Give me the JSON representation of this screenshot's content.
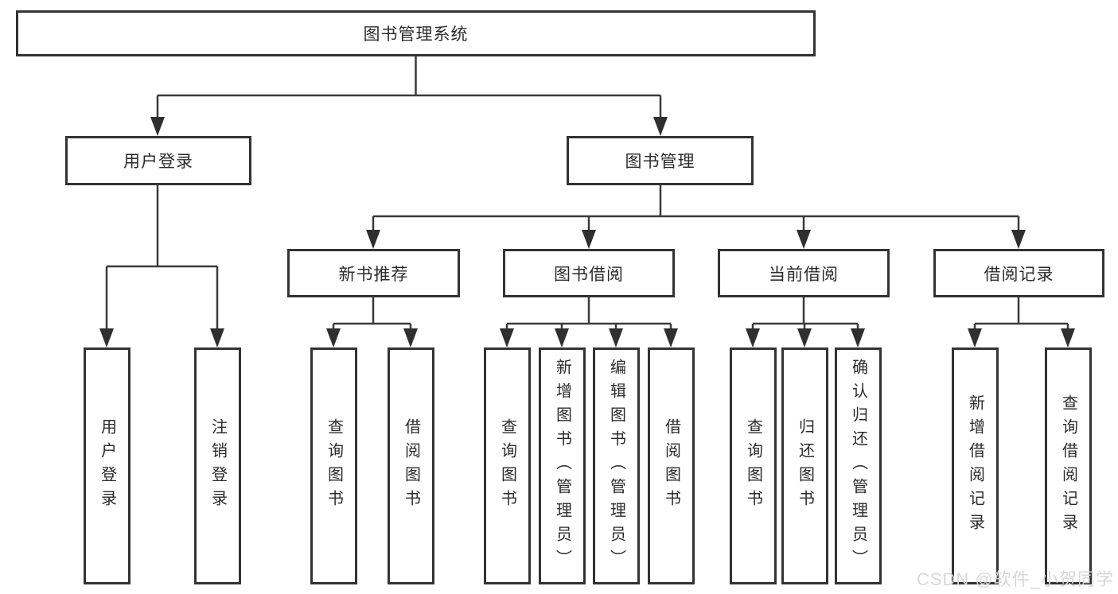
{
  "diagram": {
    "title": "图书管理系统",
    "tree": {
      "label": "图书管理系统",
      "children": [
        {
          "label": "用户登录",
          "children": [
            {
              "label": "用户登录"
            },
            {
              "label": "注销登录"
            }
          ]
        },
        {
          "label": "图书管理",
          "children": [
            {
              "label": "新书推荐",
              "children": [
                {
                  "label": "查询图书"
                },
                {
                  "label": "借阅图书"
                }
              ]
            },
            {
              "label": "图书借阅",
              "children": [
                {
                  "label": "查询图书"
                },
                {
                  "label": "新增图书（管理员）"
                },
                {
                  "label": "编辑图书（管理员）"
                },
                {
                  "label": "借阅图书"
                }
              ]
            },
            {
              "label": "当前借阅",
              "children": [
                {
                  "label": "查询图书"
                },
                {
                  "label": "归还图书"
                },
                {
                  "label": "确认归还（管理员）"
                }
              ]
            },
            {
              "label": "借阅记录",
              "children": [
                {
                  "label": "新增借阅记录"
                },
                {
                  "label": "查询借阅记录"
                }
              ]
            }
          ]
        }
      ]
    },
    "watermark": "CSDN @软件_小贺同学",
    "colors": {
      "line": "#3a3a3a",
      "border": "#333333",
      "text": "#2b2b2b",
      "background": "#ffffff",
      "watermark": "#d6d6d6"
    }
  }
}
